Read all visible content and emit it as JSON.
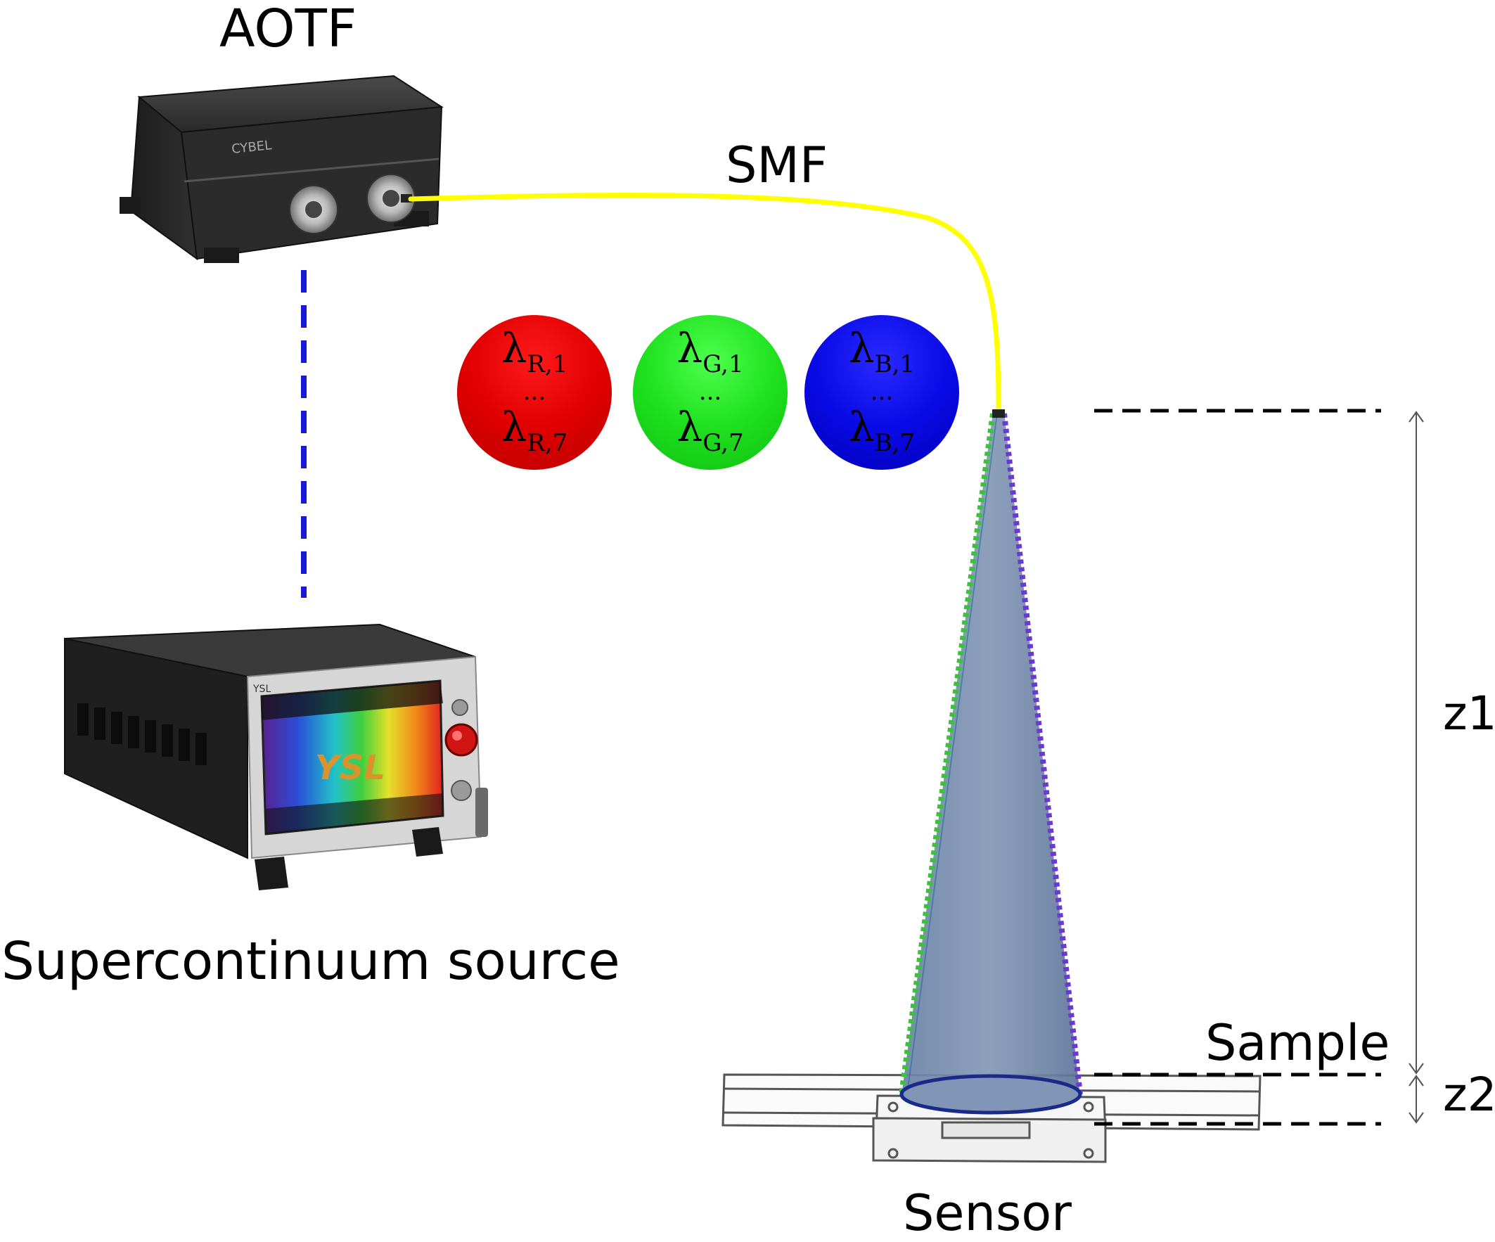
{
  "labels": {
    "aotf": "AOTF",
    "smf": "SMF",
    "source": "Supercontinuum source",
    "sensor": "Sensor",
    "sample": "Sample",
    "z1": "z1",
    "z2": "z2"
  },
  "wavelength_groups": [
    {
      "first_base": "λ",
      "first_sub": "R,1",
      "dots": "...",
      "last_base": "λ",
      "last_sub": "R,7",
      "color": "#e00000"
    },
    {
      "first_base": "λ",
      "first_sub": "G,1",
      "dots": "...",
      "last_base": "λ",
      "last_sub": "G,7",
      "color": "#1fe01f"
    },
    {
      "first_base": "λ",
      "first_sub": "B,1",
      "dots": "...",
      "last_base": "λ",
      "last_sub": "B,7",
      "color": "#0a0ae6"
    }
  ],
  "device_logos": {
    "aotf_brand": "CYBEL",
    "source_brand": "YSL"
  },
  "colors": {
    "fiber": "#ffff00",
    "connection_dashed": "#1a1ad6",
    "cone_fill": "#6f86a8",
    "cone_edge_green": "#3fbf3f",
    "cone_edge_violet": "#6a3ad0"
  }
}
